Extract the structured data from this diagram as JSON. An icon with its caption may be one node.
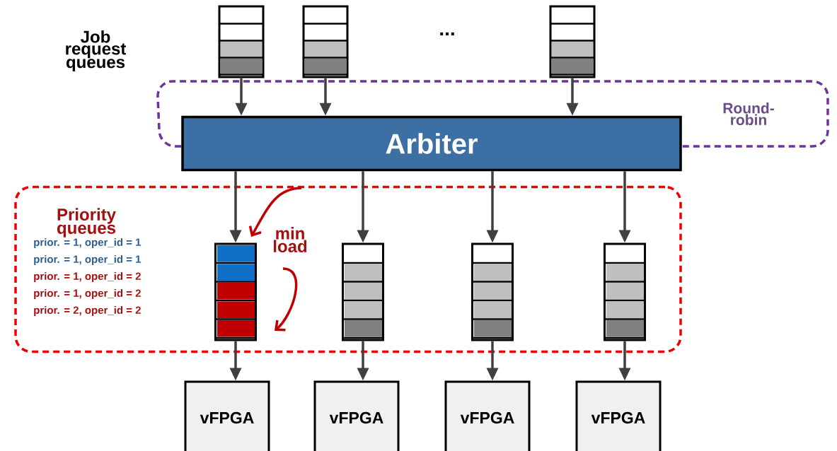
{
  "diagram": {
    "nodes": [
      {
        "text": [],
        "shape": "box"
      },
      {
        "text": [],
        "shape": "box"
      },
      {
        "text": [],
        "shape": "box"
      },
      {
        "text": [
          "Arbiter"
        ]
      },
      {
        "text": [
          "Priority queues"
        ]
      },
      {
        "text": [],
        "shape": "box",
        "in": 4
      },
      {
        "text": [],
        "shape": "box",
        "in": 4
      },
      {
        "text": [],
        "shape": "box",
        "in": 4
      },
      {
        "text": [],
        "shape": "box",
        "in": 4
      },
      {
        "text": [
          "vFPGA"
        ]
      },
      {
        "text": [
          "vFPGA"
        ]
      },
      {
        "text": [
          "vFPGA"
        ]
      },
      {
        "text": [
          "vFPGA"
        ]
      }
    ],
    "edges": [
      {
        "from": 0,
        "to": 3,
        "arrow": "to"
      },
      {
        "from": 1,
        "to": 3,
        "arrow": "to"
      },
      {
        "from": 2,
        "to": 3,
        "arrow": "to"
      },
      {
        "from": 3,
        "to": 5,
        "arrow": "to"
      },
      {
        "from": 3,
        "to": 6,
        "arrow": "to"
      },
      {
        "from": 3,
        "to": 7,
        "arrow": "to"
      },
      {
        "from": 3,
        "to": 8,
        "arrow": "to"
      },
      {
        "from": 5,
        "to": 9,
        "arrow": "to"
      },
      {
        "from": 6,
        "to": 10,
        "arrow": "to"
      },
      {
        "from": 7,
        "to": 11,
        "arrow": "to"
      },
      {
        "from": 8,
        "to": 12,
        "arrow": "to"
      }
    ],
    "labels": [
      "Job request queues",
      "...",
      "Round-robin",
      "prior. = 1, oper_id = 1",
      "prior. = 1, oper_id = 1",
      "prior. = 1, oper_id = 2",
      "prior. = 1, oper_id = 2",
      "prior. = 2, oper_id = 2",
      "min load"
    ]
  }
}
